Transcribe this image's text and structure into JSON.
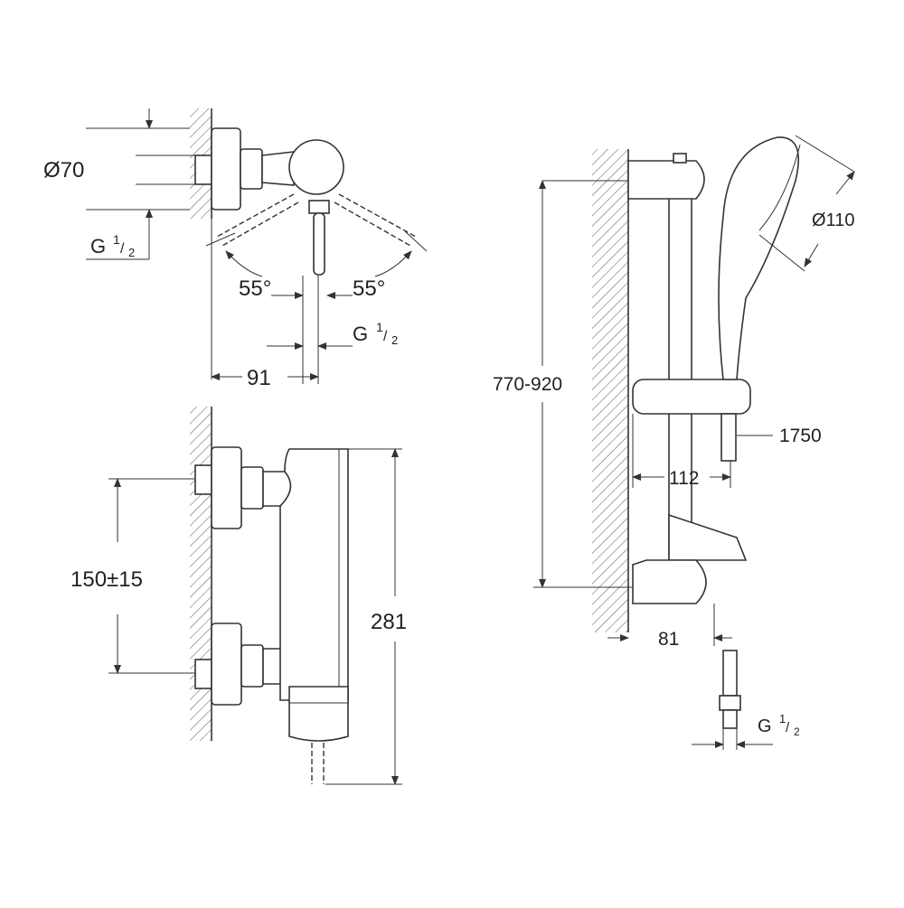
{
  "title": "Shower mixer and shower rail set dimension drawing",
  "top_view": {
    "diameter": "Ø70",
    "thread_inlet": {
      "g": "G",
      "num": "1",
      "den": "2"
    },
    "angle_left": "55°",
    "angle_right": "55°",
    "thread_outlet": {
      "g": "G",
      "num": "1",
      "den": "2"
    },
    "depth": "91"
  },
  "front_view": {
    "centers": "150±15",
    "height": "281"
  },
  "rail_view": {
    "rail_range": "770-920",
    "head_diameter": "Ø110",
    "hose_length": "1750",
    "slider_offset": "112",
    "bracket_depth": "81",
    "hose_thread": {
      "g": "G",
      "num": "1",
      "den": "2"
    }
  },
  "colors": {
    "line": "#333333",
    "background": "#ffffff"
  }
}
